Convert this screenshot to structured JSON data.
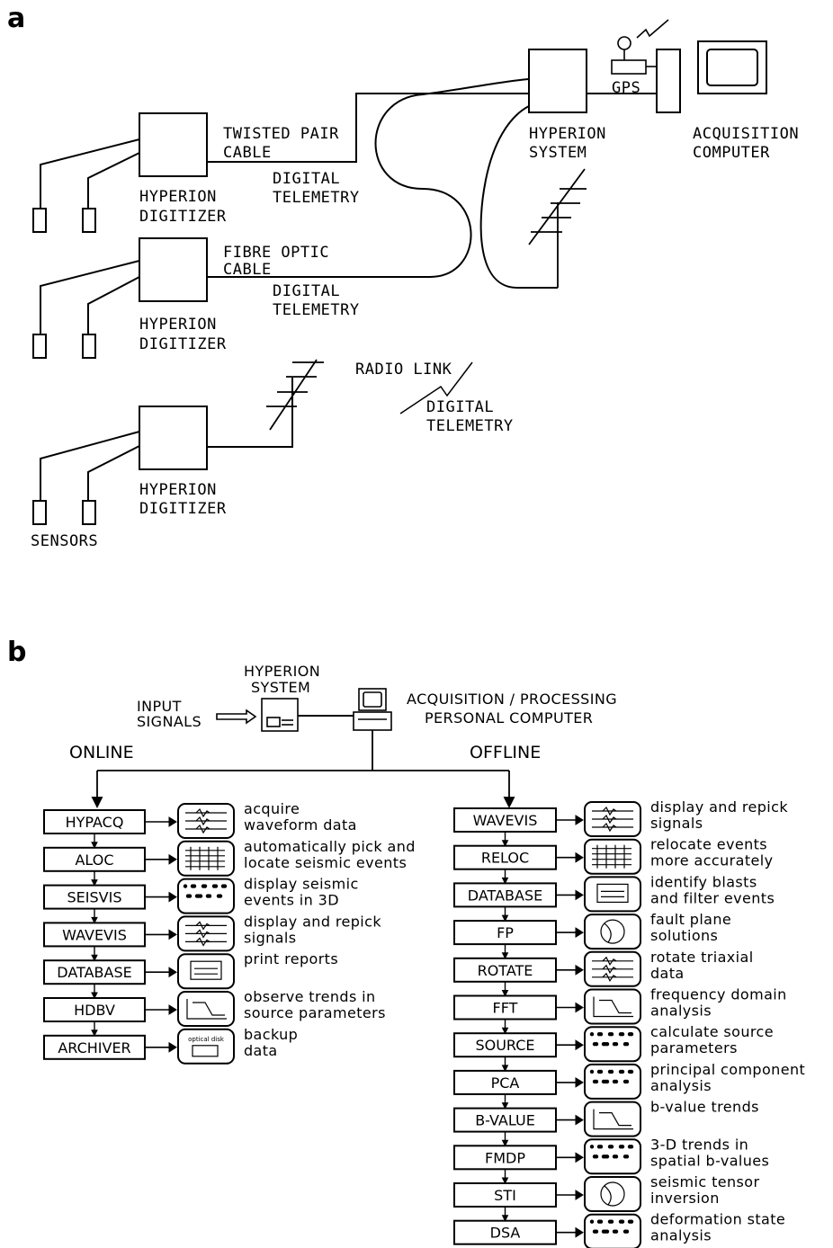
{
  "panel_a": {
    "label": "a",
    "digitizer_label_1": "HYPERION",
    "digitizer_label_2": "DIGITIZER",
    "twisted_1": "TWISTED PAIR",
    "twisted_2": "CABLE",
    "fibre_1": "FIBRE OPTIC",
    "fibre_2": "CABLE",
    "telemetry_1": "DIGITAL",
    "telemetry_2": "TELEMETRY",
    "radio_link": "RADIO LINK",
    "system_1": "HYPERION",
    "system_2": "SYSTEM",
    "gps": "GPS",
    "computer_1": "ACQUISITION",
    "computer_2": "COMPUTER",
    "sensors": "SENSORS"
  },
  "panel_b": {
    "label": "b",
    "system_1": "HYPERION",
    "system_2": "SYSTEM",
    "input_1": "INPUT",
    "input_2": "SIGNALS",
    "pc_1": "ACQUISITION / PROCESSING",
    "pc_2": "PERSONAL COMPUTER",
    "online": "ONLINE",
    "offline": "OFFLINE",
    "optical_disk": "optical disk",
    "online_items": [
      {
        "name": "HYPACQ",
        "desc1": "acquire",
        "desc2": "waveform data"
      },
      {
        "name": "ALOC",
        "desc1": "automatically pick and",
        "desc2": "locate seismic events"
      },
      {
        "name": "SEISVIS",
        "desc1": "display seismic",
        "desc2": "events in 3D"
      },
      {
        "name": "WAVEVIS",
        "desc1": "display and repick",
        "desc2": "signals"
      },
      {
        "name": "DATABASE",
        "desc1": "print reports",
        "desc2": ""
      },
      {
        "name": "HDBV",
        "desc1": "observe trends in",
        "desc2": "source parameters"
      },
      {
        "name": "ARCHIVER",
        "desc1": "backup",
        "desc2": "data"
      }
    ],
    "offline_items": [
      {
        "name": "WAVEVIS",
        "desc1": "display and repick",
        "desc2": "signals"
      },
      {
        "name": "RELOC",
        "desc1": "relocate events",
        "desc2": "more accurately"
      },
      {
        "name": "DATABASE",
        "desc1": "identify blasts",
        "desc2": "and filter events"
      },
      {
        "name": "FP",
        "desc1": "fault plane",
        "desc2": "solutions"
      },
      {
        "name": "ROTATE",
        "desc1": "rotate triaxial",
        "desc2": "data"
      },
      {
        "name": "FFT",
        "desc1": "frequency domain",
        "desc2": "analysis"
      },
      {
        "name": "SOURCE",
        "desc1": "calculate source",
        "desc2": "parameters"
      },
      {
        "name": "PCA",
        "desc1": "principal component",
        "desc2": "analysis"
      },
      {
        "name": "B-VALUE",
        "desc1": "b-value trends",
        "desc2": ""
      },
      {
        "name": "FMDP",
        "desc1": "3-D trends in",
        "desc2": "spatial b-values"
      },
      {
        "name": "STI",
        "desc1": "seismic tensor",
        "desc2": "inversion"
      },
      {
        "name": "DSA",
        "desc1": "deformation state",
        "desc2": "analysis"
      }
    ]
  }
}
